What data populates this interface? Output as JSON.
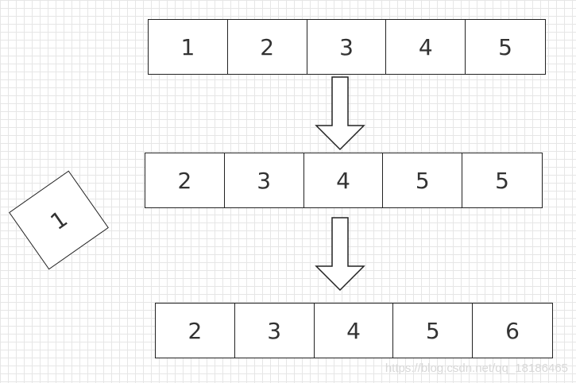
{
  "rows": [
    {
      "cells": [
        "1",
        "2",
        "3",
        "4",
        "5"
      ]
    },
    {
      "cells": [
        "2",
        "3",
        "4",
        "5",
        "5"
      ]
    },
    {
      "cells": [
        "2",
        "3",
        "4",
        "5",
        "6"
      ]
    }
  ],
  "removed": {
    "value": "1"
  },
  "watermark": "https://blog.csdn.net/qq_18186465",
  "colors": {
    "stroke": "#222222",
    "text": "#333333",
    "grid": "#e6e6e6"
  }
}
